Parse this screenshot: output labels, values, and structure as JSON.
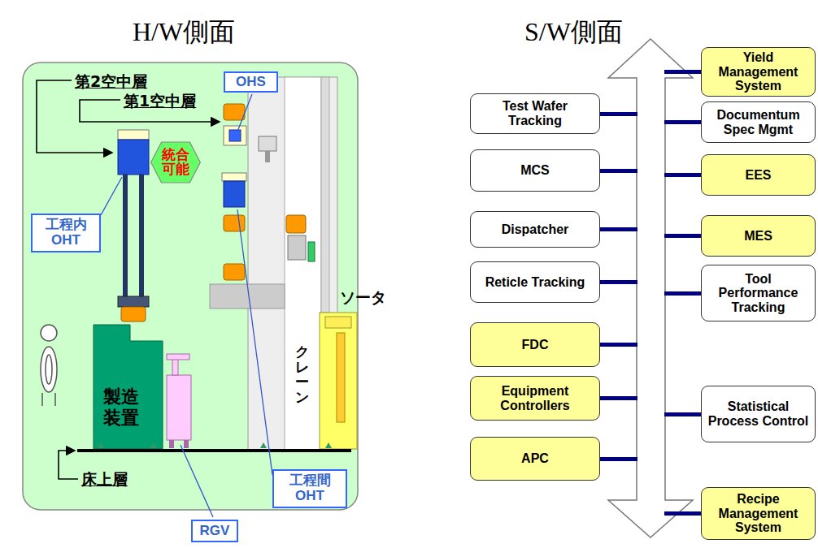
{
  "diagram": {
    "nodes": [
      {
        "text": [
          "OHS"
        ]
      },
      {
        "text": [
          "統合可能"
        ]
      },
      {
        "text": [
          "工程内 OHT"
        ]
      },
      {
        "text": [
          "工程間 OHT"
        ]
      },
      {
        "text": [
          "RGV"
        ]
      },
      {
        "text": [
          "Test Wafer Tracking"
        ]
      },
      {
        "text": [
          "MCS"
        ]
      },
      {
        "text": [
          "Dispatcher"
        ]
      },
      {
        "text": [
          "Reticle Tracking"
        ]
      },
      {
        "text": [
          "FDC"
        ]
      },
      {
        "text": [
          "Equipment Controllers"
        ]
      },
      {
        "text": [
          "APC"
        ]
      },
      {
        "text": [
          "Yield Management System"
        ]
      },
      {
        "text": [
          "Documentum Spec Mgmt"
        ]
      },
      {
        "text": [
          "EES"
        ]
      },
      {
        "text": [
          "MES"
        ]
      },
      {
        "text": [
          "Tool Performance Tracking"
        ]
      },
      {
        "text": [
          "Statistical Process Control"
        ]
      },
      {
        "text": [
          "Recipe Management System"
        ]
      }
    ],
    "labels": [
      "H/W側面",
      "S/W側面",
      "第2空中層",
      "第1空中層",
      "製造装置",
      "ソータ",
      "クレーン",
      "床上層"
    ]
  }
}
